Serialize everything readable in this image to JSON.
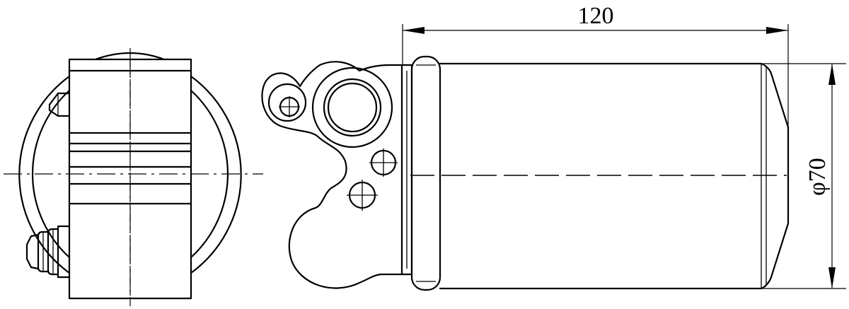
{
  "dimensions": {
    "length_label": "120",
    "diameter_symbol": "φ",
    "diameter_value": "70"
  }
}
